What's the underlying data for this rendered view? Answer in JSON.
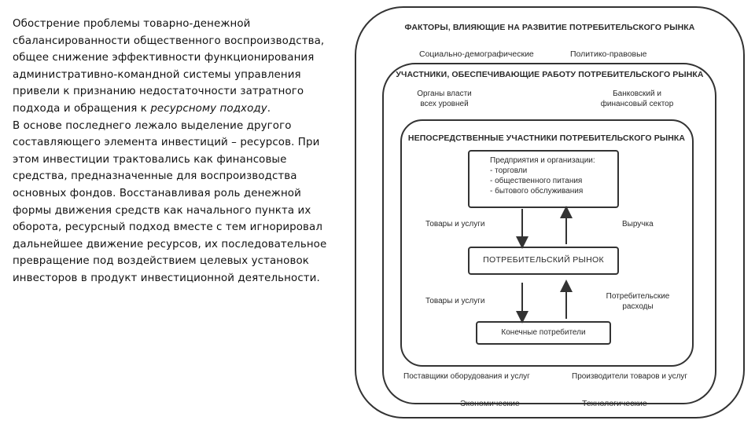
{
  "text": {
    "p1_part1": "Обострение проблемы товарно-денежной сбалансированности общественного воспроизводства, общее снижение эффективности функционирования административно-командной системы управления привели к признанию недостаточности затратного подхода и обращения к ",
    "p1_italic": "ресурсному подходу",
    "p1_end": ".",
    "p2": "В основе последнего лежало выделение другого составляющего элемента инвестиций – ресурсов. При этом инвестиции трактовались как финансовые средства, предназначенные для воспроизводства основных фондов. Восстанавливая роль денежной формы движения средств как начального пункта их оборота, ресурсный подход вместе с тем игнорировал дальнейшее движение ресурсов, их последовательное превращение под воздействием целевых установок инвесторов в продукт инвестиционной деятельности."
  },
  "diagram": {
    "outer_title": "ФАКТОРЫ, ВЛИЯЮЩИЕ НА РАЗВИТИЕ ПОТРЕБИТЕЛЬСКОГО РЫНКА",
    "factor_top_left": "Социально-демографические",
    "factor_top_right": "Политико-правовые",
    "factor_bottom_left": "Экономические",
    "factor_bottom_right": "Технологические",
    "middle_title": "УЧАСТНИКИ, ОБЕСПЕЧИВАЮЩИЕ РАБОТУ ПОТРЕБИТЕЛЬСКОГО РЫНКА",
    "participant_top_left_1": "Органы власти",
    "participant_top_left_2": "всех уровней",
    "participant_top_right_1": "Банковский и",
    "participant_top_right_2": "финансовый сектор",
    "participant_bottom_left": "Поставщики оборудования и услуг",
    "participant_bottom_right": "Производители товаров и услуг",
    "inner_title": "НЕПОСРЕДСТВЕННЫЕ УЧАСТНИКИ ПОТРЕБИТЕЛЬСКОГО РЫНКА",
    "enterprises": {
      "title": "Предприятия и организации:",
      "items": [
        "- торговли",
        "- общественного питания",
        "- бытового обслуживания"
      ]
    },
    "market": "ПОТРЕБИТЕЛЬСКИЙ РЫНОК",
    "consumers": "Конечные потребители",
    "flow_goods_upper": "Товары и услуги",
    "flow_revenue": "Выручка",
    "flow_goods_lower": "Товары и услуги",
    "flow_spending_1": "Потребительские",
    "flow_spending_2": "расходы"
  }
}
